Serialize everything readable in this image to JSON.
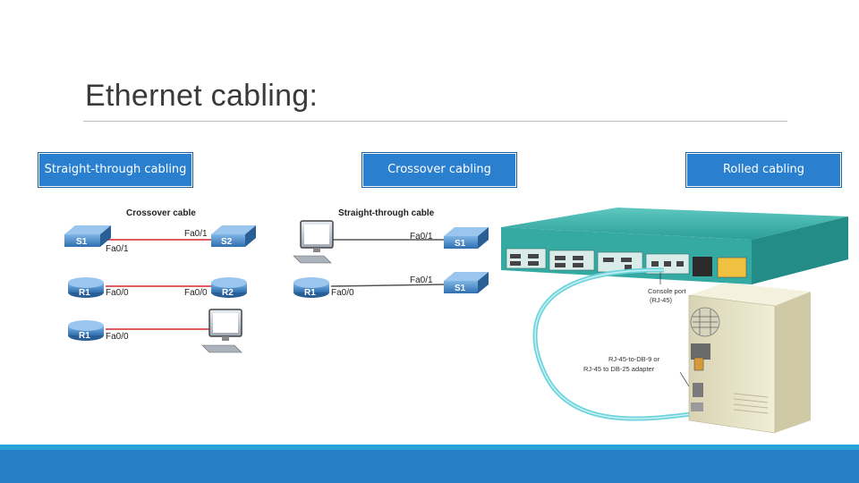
{
  "slide": {
    "title": "Ethernet cabling:",
    "labels": {
      "straight": "Straight-through cabling",
      "crossover": "Crossover cabling",
      "rolled": "Rolled cabling"
    }
  },
  "crossover_diagram": {
    "title": "Crossover cable",
    "rows": [
      {
        "left_device": "S1",
        "left_port": "Fa0/1",
        "right_port": "Fa0/1",
        "right_device": "S2"
      },
      {
        "left_device": "R1",
        "left_port": "Fa0/0",
        "right_port": "Fa0/0",
        "right_device": "R2"
      },
      {
        "left_device": "R1",
        "left_port": "Fa0/0"
      }
    ]
  },
  "straight_diagram": {
    "title": "Straight-through cable",
    "rows": [
      {
        "right_port": "Fa0/1",
        "right_device": "S1"
      },
      {
        "left_device": "R1",
        "left_port": "Fa0/0",
        "right_port": "Fa0/1",
        "right_device": "S1"
      }
    ]
  },
  "rolled_diagram": {
    "console_label_1": "Console port",
    "console_label_2": "(RJ-45)",
    "adapter_label_1": "RJ-45-to-DB-9 or",
    "adapter_label_2": "RJ-45 to DB-25 adapter"
  },
  "colors": {
    "accent": "#2580c5",
    "accent_light": "#2aa3dc",
    "cable_red": "#d62828",
    "cable_gray": "#555555",
    "device_blue": "#3a7fc0",
    "chassis_teal": "#3bb0a8",
    "rolled_cable": "#7fd8df",
    "pc_tower": "#e8e4c9"
  }
}
